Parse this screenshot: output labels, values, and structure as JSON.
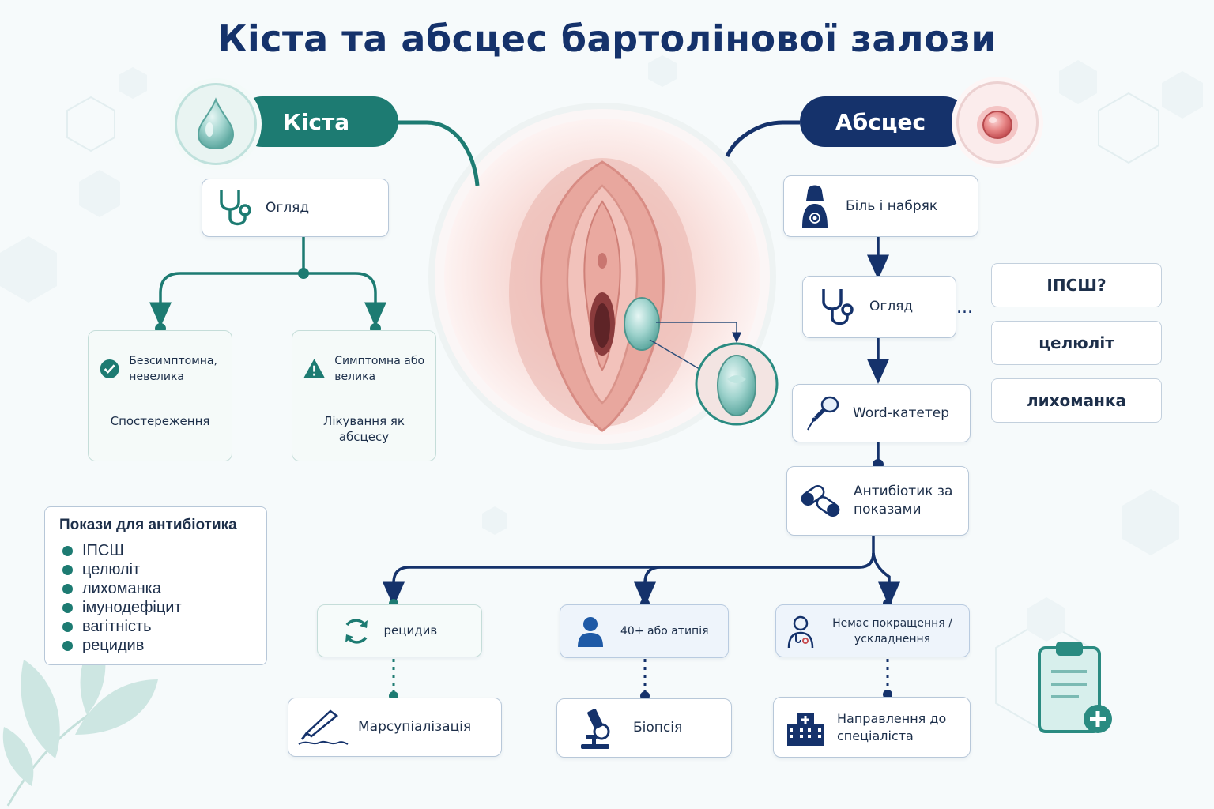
{
  "title": "Кіста та абсцес бартолінової залози",
  "cyst": {
    "label": "Кіста",
    "exam": "Огляд",
    "branches": [
      {
        "condition": "Безсимптомна, невелика",
        "outcome": "Спостереження",
        "icon": "check-circle-icon"
      },
      {
        "condition": "Симптомна або велика",
        "outcome": "Лікування як абсцесу",
        "icon": "warning-triangle-icon"
      }
    ]
  },
  "abscess": {
    "label": "Абсцес",
    "steps": {
      "symptoms": "Біль і набряк",
      "exam": "Огляд",
      "catheter": "Word-катетер",
      "antibiotic": "Антибіотик за показами"
    },
    "side_options": [
      "ІПСШ?",
      "целюліт",
      "лихоманка"
    ],
    "branches": [
      {
        "condition": "рецидив",
        "outcome": "Марсупіалізація",
        "icon": "refresh-icon",
        "outcome_icon": "scalpel-icon"
      },
      {
        "condition": "40+ або атипія",
        "outcome": "Біопсія",
        "icon": "person-icon",
        "outcome_icon": "microscope-icon"
      },
      {
        "condition": "Немає покращення / ускладнення",
        "outcome": "Направлення до спеціаліста",
        "icon": "doctor-icon",
        "outcome_icon": "hospital-icon"
      }
    ]
  },
  "antibiotic_indications": {
    "title": "Покази для антибіотика",
    "items": [
      "ІПСШ",
      "целюліт",
      "лихоманка",
      "імунодефіцит",
      "вагітність",
      "рецидив"
    ]
  },
  "colors": {
    "cyst_accent": "#1d7b72",
    "abscess_accent": "#15326b",
    "title": "#15326b"
  }
}
